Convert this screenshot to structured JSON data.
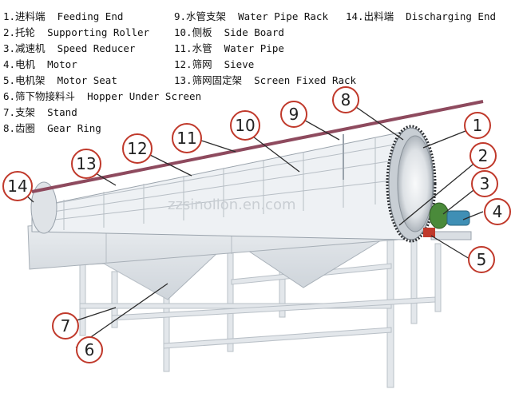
{
  "legend": {
    "col1": [
      "1.进料端  Feeding End",
      "2.托轮  Supporting Roller",
      "3.减速机  Speed Reducer",
      "4.电机  Motor",
      "5.电机架  Motor Seat",
      "6.筛下物接料斗  Hopper Under Screen",
      "7.支架  Stand",
      "8.齿圈  Gear Ring"
    ],
    "col2": [
      "9.水管支架  Water Pipe Rack",
      "10.侧板  Side Board",
      "11.水管  Water Pipe",
      "12.筛网  Sieve",
      "13.筛网固定架  Screen Fixed Rack"
    ],
    "col3": [
      "14.出料端  Discharging End"
    ]
  },
  "callouts": [
    "1",
    "2",
    "3",
    "4",
    "5",
    "6",
    "7",
    "8",
    "9",
    "10",
    "11",
    "12",
    "13",
    "14"
  ],
  "watermark": "zzsinolion.en.com",
  "colors": {
    "callout_stroke": "#c0392b",
    "leader": "#2b2b2b",
    "pipe": "#8e4a5e",
    "steel": "#e6e9ec"
  }
}
